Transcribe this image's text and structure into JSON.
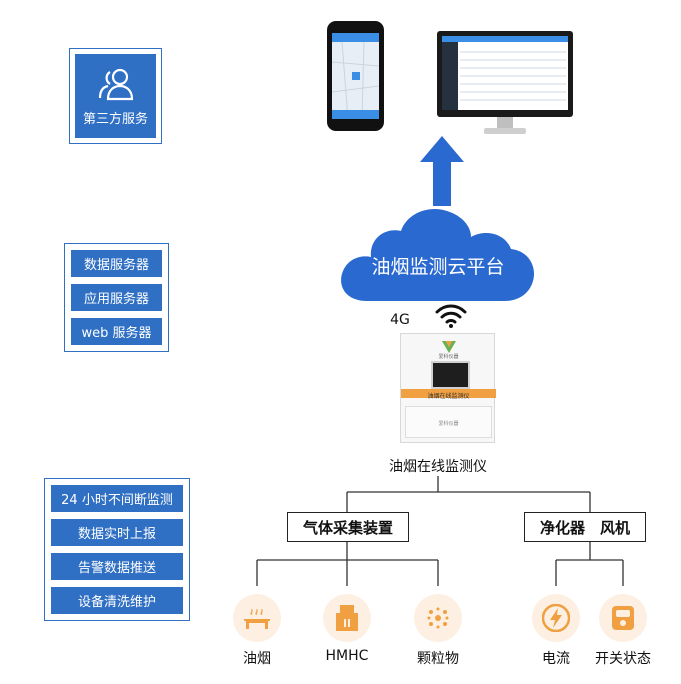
{
  "left": {
    "third_party": "第三方服务",
    "servers": [
      "数据服务器",
      "应用服务器",
      "web 服务器"
    ],
    "features": [
      "24 小时不间断监测",
      "数据实时上报",
      "告警数据推送",
      "设备清洗维护"
    ]
  },
  "cloud": {
    "title": "油烟监测云平台"
  },
  "network": {
    "label": "4G"
  },
  "device": {
    "name": "油烟在线监测仪",
    "panel_text": "油烟在线监测仪",
    "lower_text": "爱科仪器",
    "brand": "爱科仪器"
  },
  "groups": {
    "gas": "气体采集装置",
    "purifier": "净化器　风机"
  },
  "sensors": [
    {
      "label": "油烟",
      "icon": "oil-fume-icon"
    },
    {
      "label": "HMHC",
      "icon": "hmhc-icon"
    },
    {
      "label": "颗粒物",
      "icon": "particle-icon"
    },
    {
      "label": "电流",
      "icon": "lightning-icon"
    },
    {
      "label": "开关状态",
      "icon": "switch-icon"
    }
  ],
  "colors": {
    "blue": "#2f6fc4",
    "cloud": "#2a6ad0",
    "orange": "#f0a040",
    "icon_bg": "#fdf0e2"
  }
}
